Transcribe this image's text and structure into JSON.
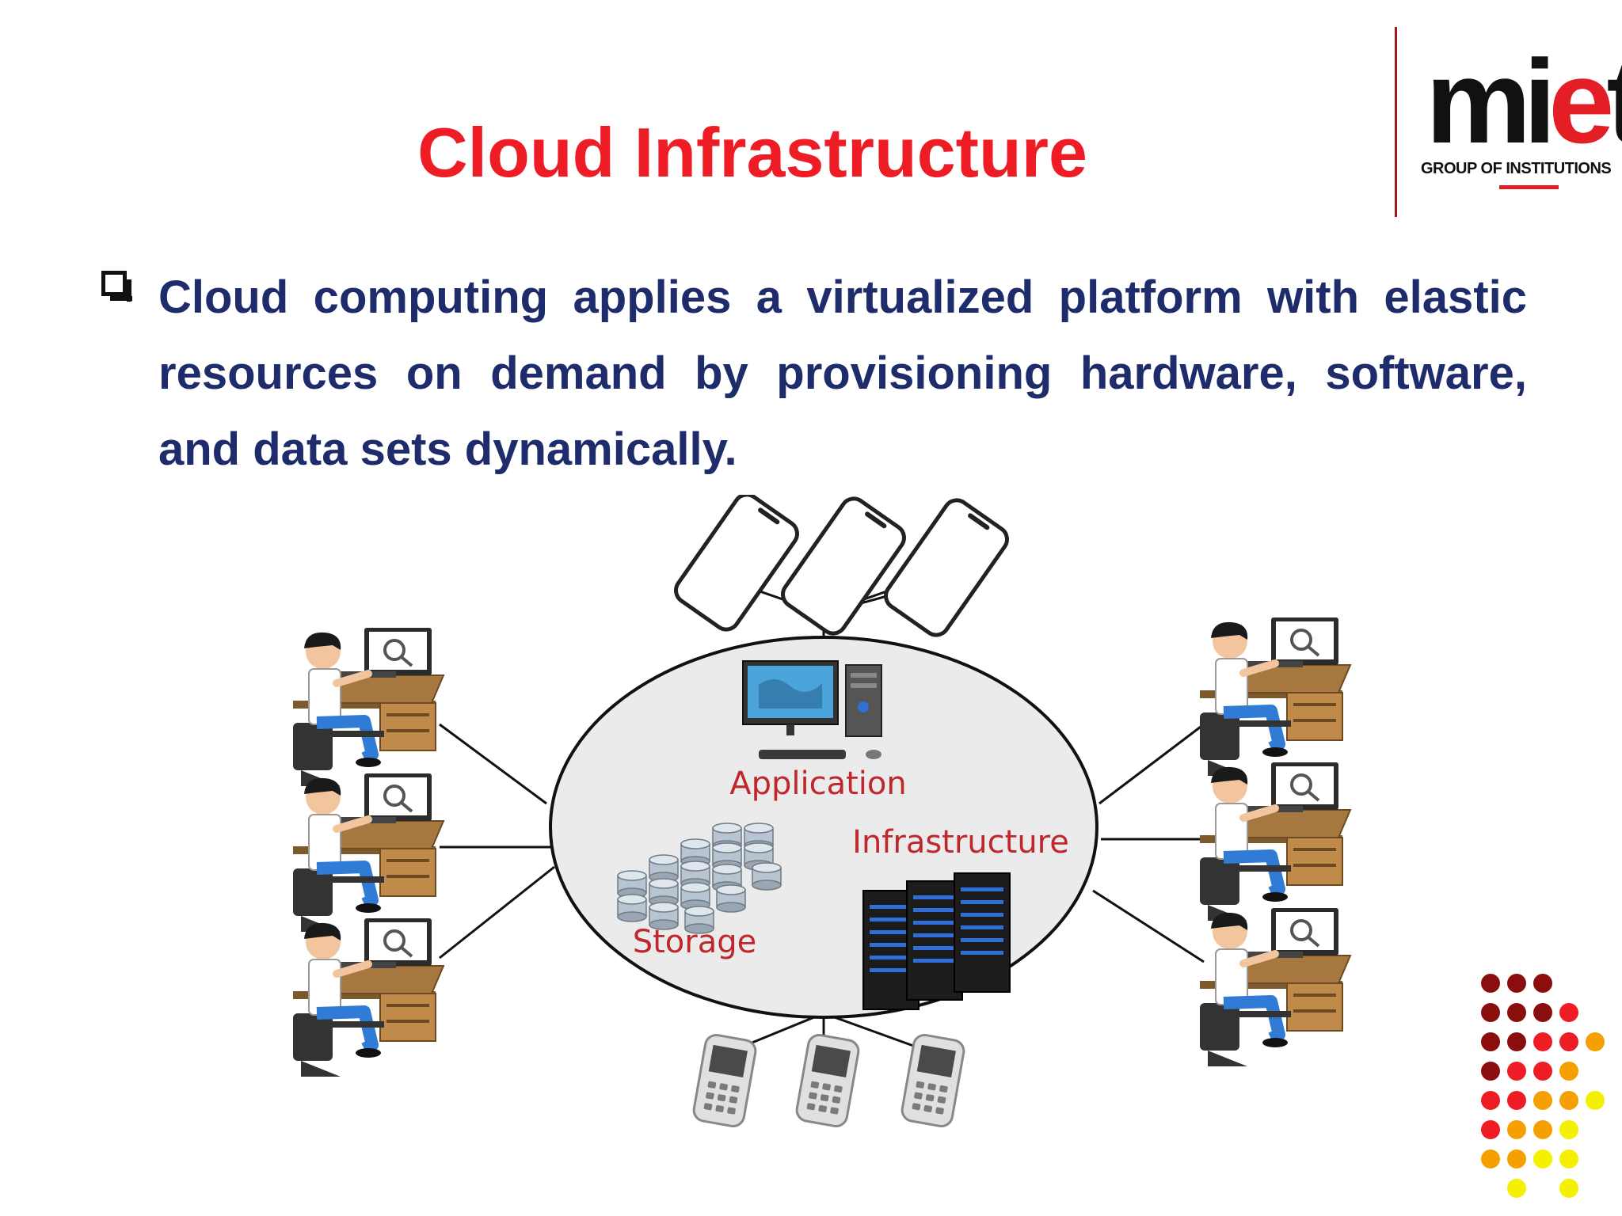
{
  "slide": {
    "title": "Cloud Infrastructure",
    "bullet_text": "Cloud computing applies a virtualized platform with elastic resources on demand by provisioning hardware, software, and data sets dynamically."
  },
  "logo": {
    "mark_prefix": "mi",
    "mark_e": "e",
    "mark_suffix": "t",
    "subtitle": "GROUP OF INSTITUTIONS"
  },
  "diagram": {
    "labels": {
      "application": "Application",
      "infrastructure": "Infrastructure",
      "storage": "Storage"
    }
  },
  "colors": {
    "title": "#ee1c25",
    "body_text": "#1f2c6b",
    "diagram_label": "#c0272d",
    "ellipse_fill": "#ebebeb",
    "dot_palette": [
      "#8b0e0e",
      "#ee1c25",
      "#f5a000",
      "#f5f000"
    ]
  }
}
